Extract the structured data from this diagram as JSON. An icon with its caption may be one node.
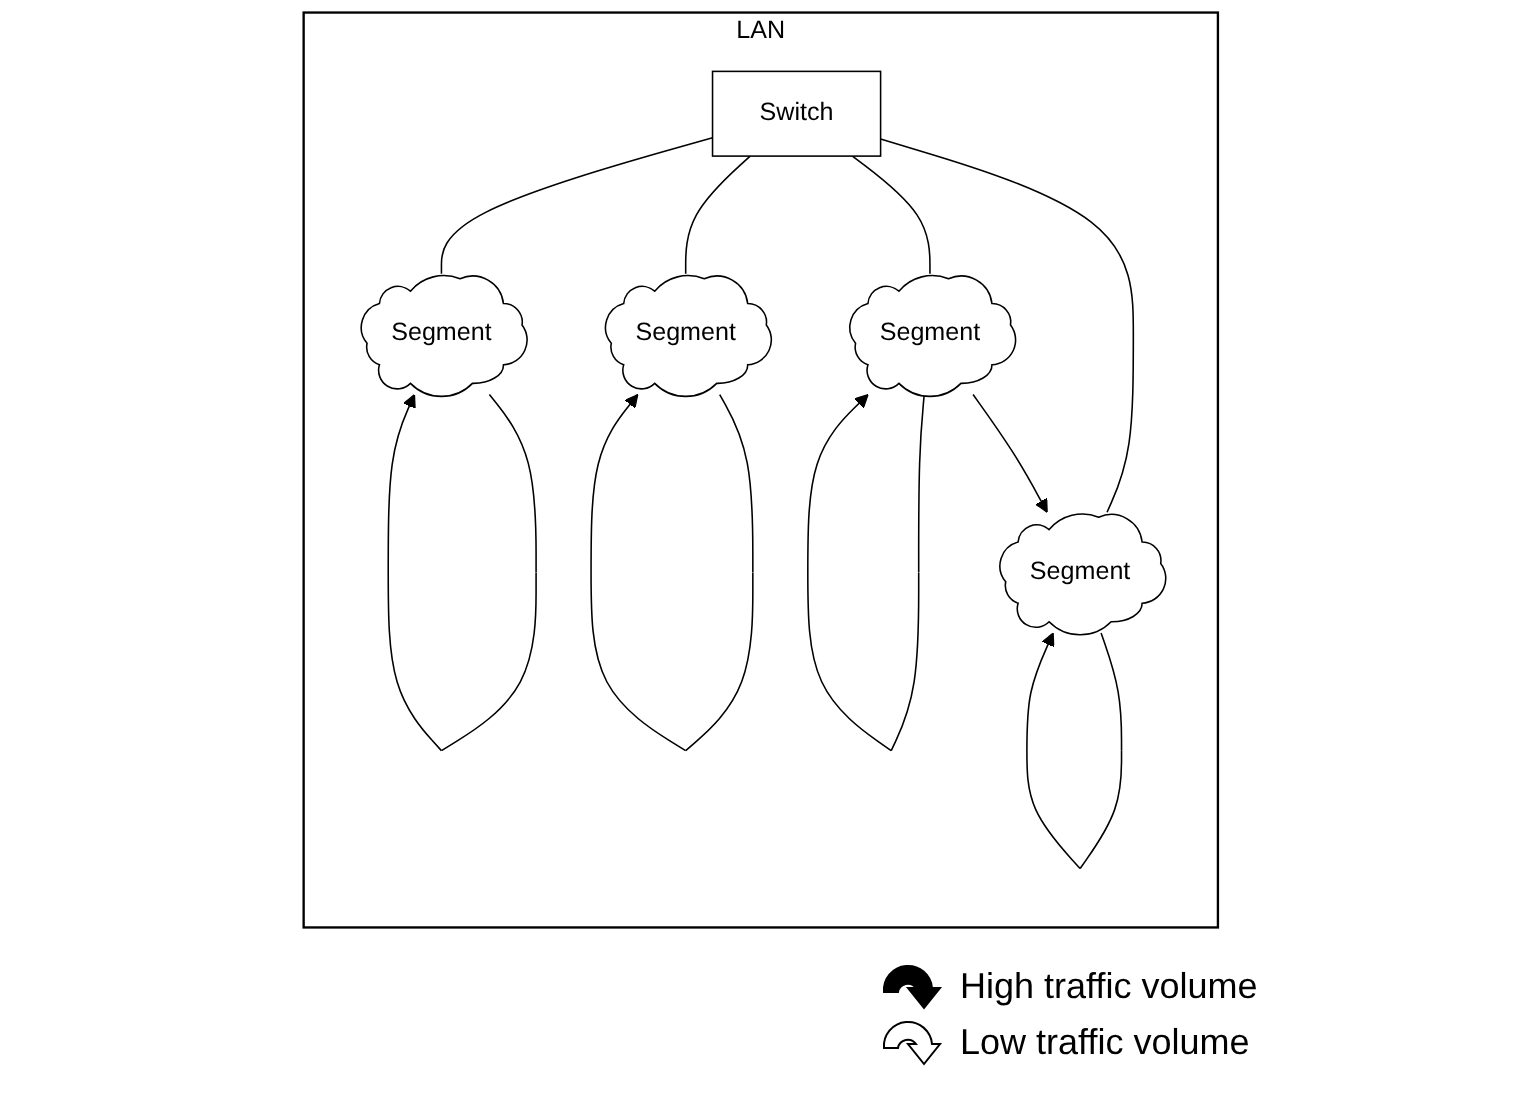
{
  "diagram": {
    "nodes": [
      {
        "text": [
          "LAN"
        ]
      },
      {
        "text": [
          "Segment"
        ],
        "in": 0
      },
      {
        "text": [
          "Segment"
        ],
        "in": 0
      },
      {
        "text": [
          "Switch"
        ],
        "in": 0
      },
      {
        "text": [
          "Segment"
        ],
        "in": 0
      },
      {
        "text": [
          "Segment"
        ],
        "in": 0
      }
    ],
    "edges": [
      {
        "from": 3,
        "to": 1,
        "arrow": "none"
      },
      {
        "from": 3,
        "to": 2,
        "arrow": "none"
      },
      {
        "from": 3,
        "to": 4,
        "arrow": "none"
      },
      {
        "from": 3,
        "to": 5,
        "arrow": "none"
      },
      {
        "from": 4,
        "to": 5,
        "arrow": "to"
      },
      {
        "from": 1,
        "to": 1,
        "arrow": "to"
      },
      {
        "from": 2,
        "to": 2,
        "arrow": "to"
      },
      {
        "from": 4,
        "to": 4,
        "arrow": "to"
      },
      {
        "from": 5,
        "to": 5,
        "arrow": "to"
      }
    ],
    "legend": [
      {
        "text": "High traffic volume"
      },
      {
        "text": "Low traffic volume"
      }
    ]
  }
}
